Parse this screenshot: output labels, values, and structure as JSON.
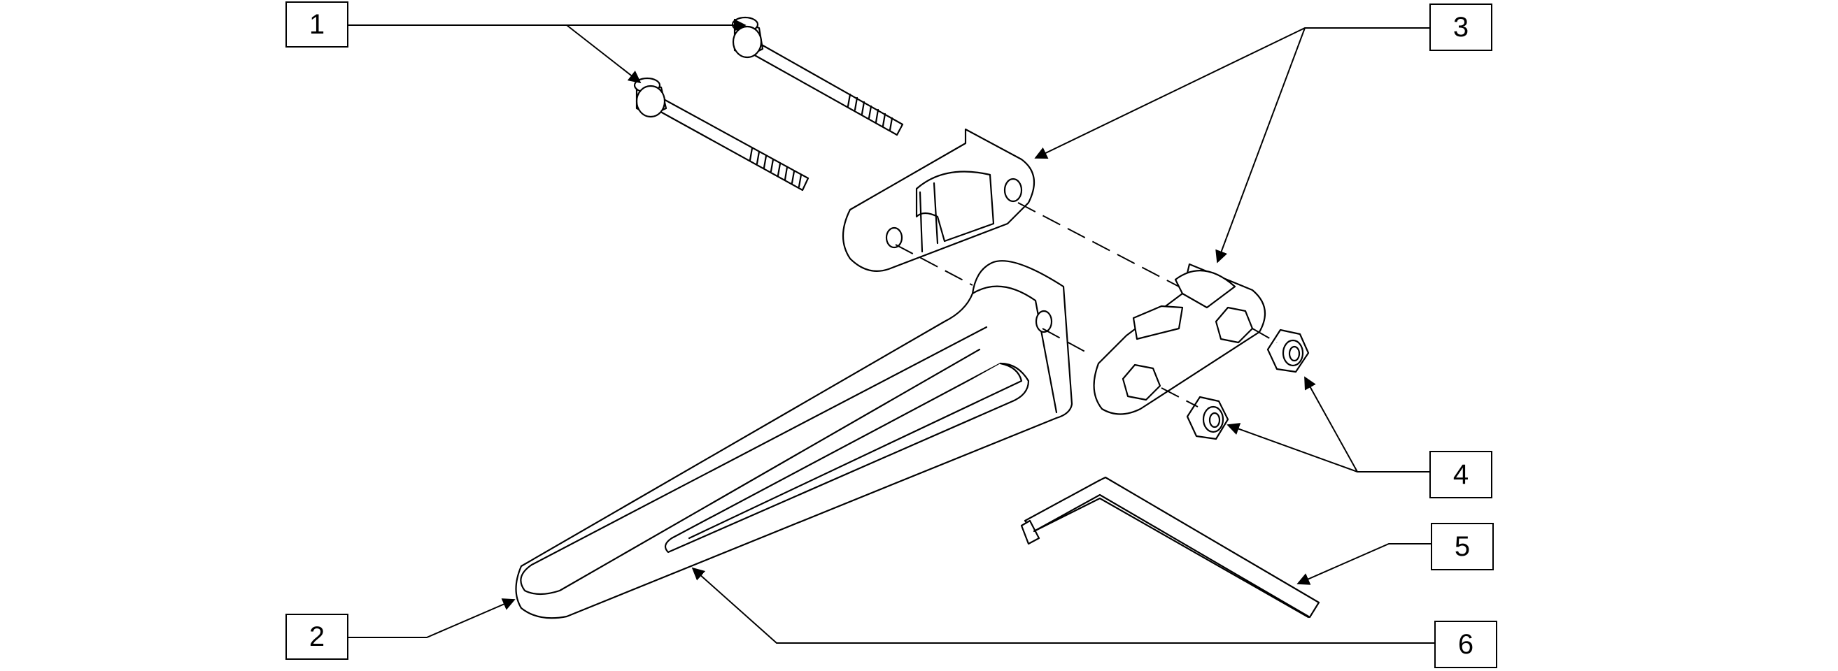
{
  "diagram": {
    "callouts": [
      {
        "id": "1",
        "label": "1"
      },
      {
        "id": "2",
        "label": "2"
      },
      {
        "id": "3",
        "label": "3"
      },
      {
        "id": "4",
        "label": "4"
      },
      {
        "id": "5",
        "label": "5"
      },
      {
        "id": "6",
        "label": "6"
      }
    ],
    "colors": {
      "line": "#000000",
      "fill": "#ffffff"
    }
  }
}
